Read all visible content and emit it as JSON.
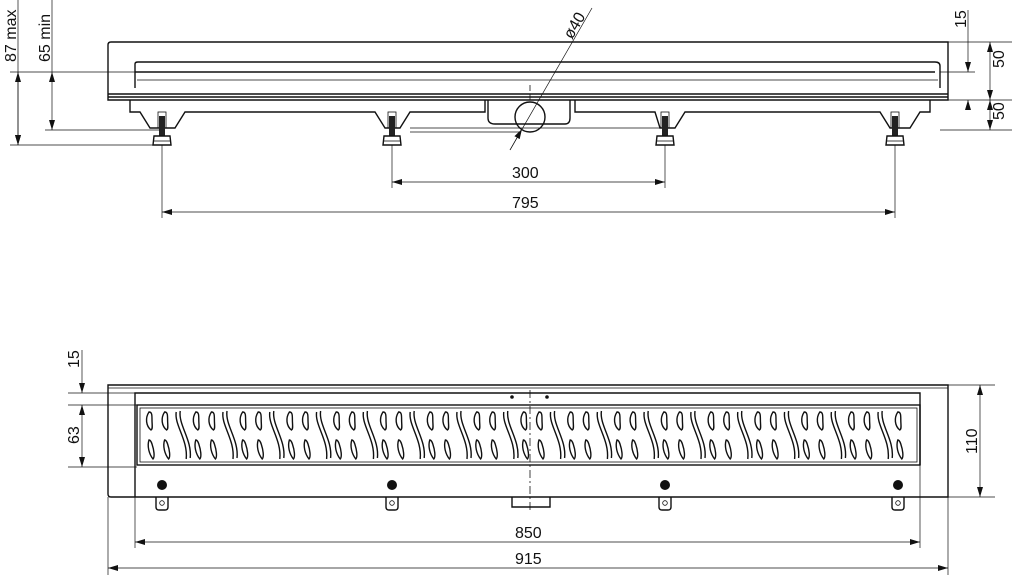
{
  "side_view": {
    "height_max": "87 max",
    "height_min": "65 min",
    "pipe_diameter": "ø40",
    "top_15": "15",
    "upper_50": "50",
    "lower_50": "50",
    "leg_spacing": "300",
    "leg_span": "795"
  },
  "top_view": {
    "frame_15": "15",
    "grate_63": "63",
    "width_110": "110",
    "grate_length": "850",
    "total_length": "915"
  }
}
